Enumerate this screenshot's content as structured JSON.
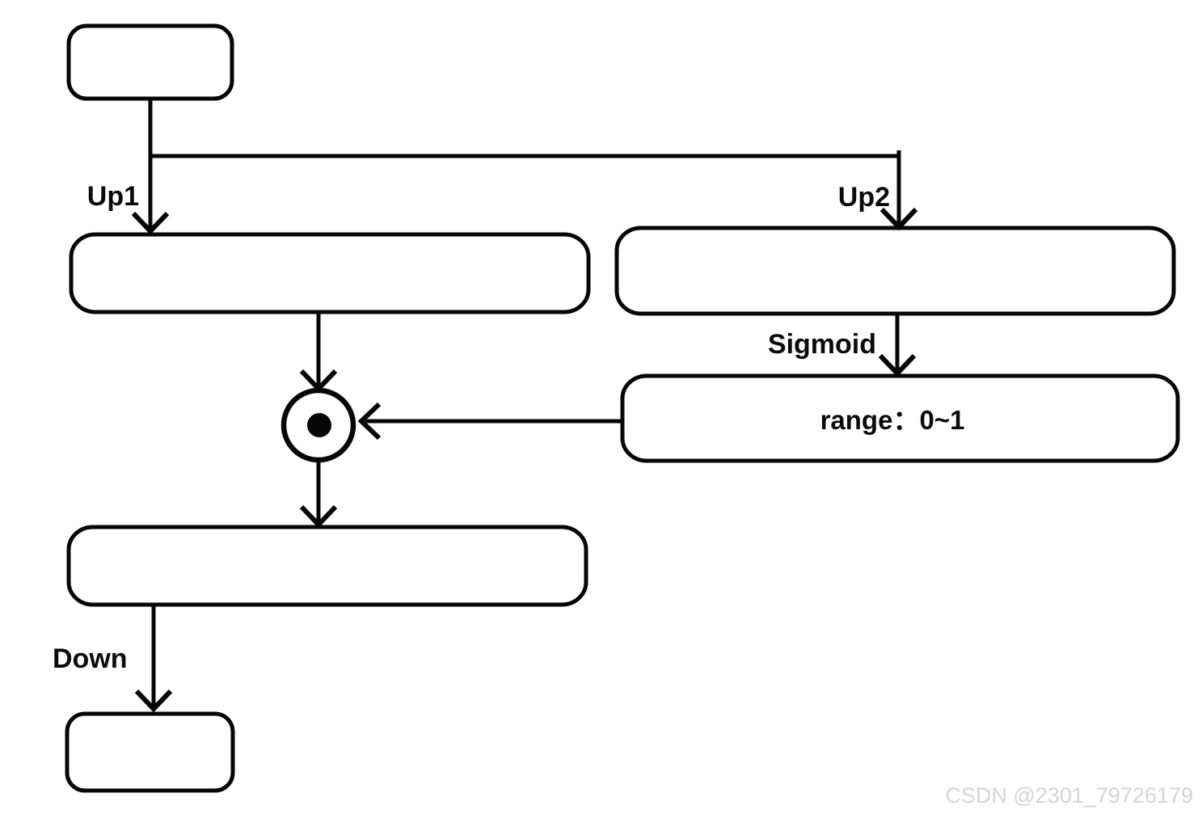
{
  "diagram": {
    "edge_labels": {
      "up1": "Up1",
      "up2": "Up2",
      "sigmoid": "Sigmoid",
      "down": "Down"
    },
    "range_box": {
      "label": "range：0~1"
    },
    "nodes": {
      "multiply_node": "circle-dot-elementwise-product"
    },
    "colors": {
      "line": "#060606",
      "background": "#ffffff",
      "watermark_text": "#d4d4d4"
    }
  },
  "watermark": {
    "text": "CSDN @2301_79726179"
  }
}
